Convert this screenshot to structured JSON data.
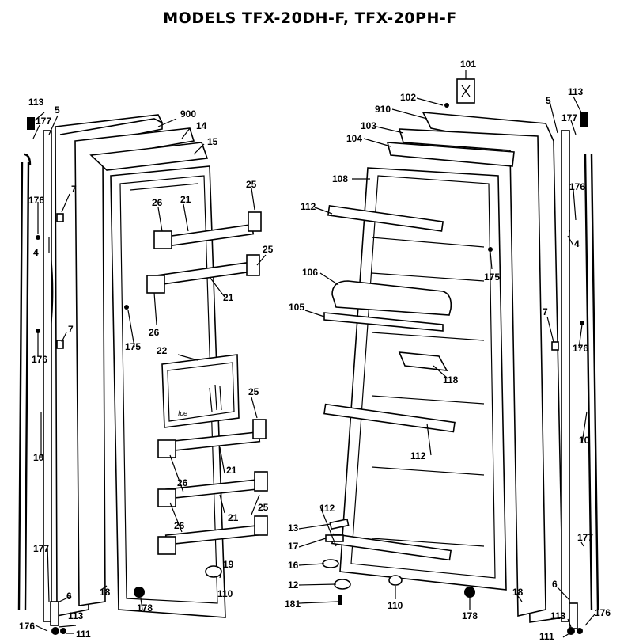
{
  "title": "MODELS TFX-20DH-F, TFX-20PH-F",
  "freezer_door": {
    "labels": {
      "l113": "113",
      "l5": "5",
      "l177a": "177",
      "l900": "900",
      "l14": "14",
      "l15": "15",
      "l176a": "176",
      "l7a": "7",
      "l4": "4",
      "l7b": "7",
      "l176b": "176",
      "l26a": "26",
      "l21a": "21",
      "l25a": "25",
      "l25b": "25",
      "l21b": "21",
      "l26b": "26",
      "l175": "175",
      "l22": "22",
      "l25c": "25",
      "l21c": "21",
      "l26c": "26",
      "l26d": "26",
      "l21d": "21",
      "l25d": "25",
      "l10": "10",
      "l177b": "177",
      "l6": "6",
      "l18": "18",
      "l19": "19",
      "l110": "110",
      "l178": "178",
      "l176c": "176",
      "l113b": "113",
      "l111": "111"
    }
  },
  "fresh_food_door": {
    "labels": {
      "l101": "101",
      "l102": "102",
      "l910": "910",
      "l103": "103",
      "l104": "104",
      "l108": "108",
      "l112a": "112",
      "l5": "5",
      "l113": "113",
      "l177a": "177",
      "l176a": "176",
      "l4": "4",
      "l175": "175",
      "l106": "106",
      "l105": "105",
      "l7": "7",
      "l176b": "176",
      "l118": "118",
      "l112b": "112",
      "l10": "10",
      "l112c": "112",
      "l13": "13",
      "l17": "17",
      "l16": "16",
      "l12": "12",
      "l181": "181",
      "l110": "110",
      "l178": "178",
      "l18": "18",
      "l177b": "177",
      "l6": "6",
      "l113b": "113",
      "l176c": "176",
      "l111": "111"
    }
  },
  "ice_dispenser_panel_text": "Ice"
}
